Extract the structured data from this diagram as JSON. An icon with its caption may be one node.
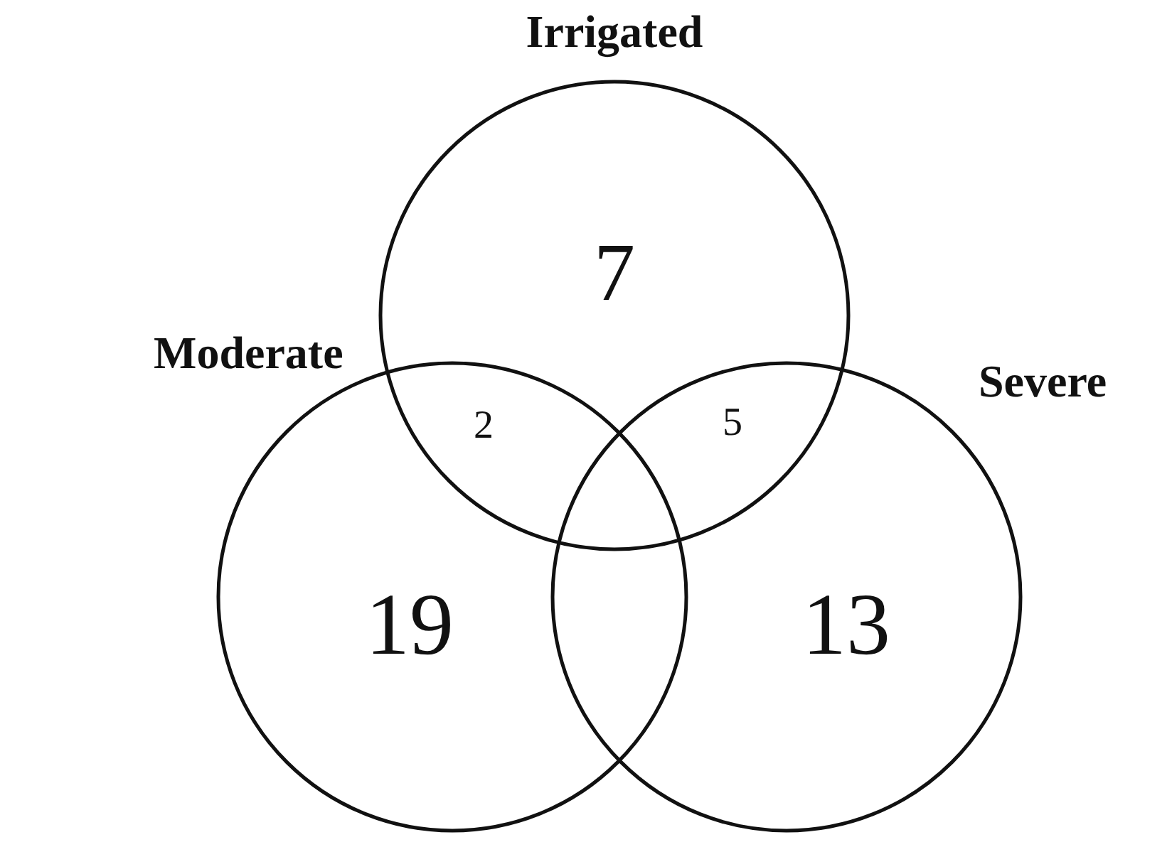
{
  "diagram": {
    "nodes": [
      {
        "text": [
          "Irrigated",
          "7"
        ]
      },
      {
        "text": [
          "Moderate",
          "19"
        ]
      },
      {
        "text": [
          "Severe",
          "13"
        ]
      }
    ],
    "labels": [
      "2",
      "5"
    ]
  }
}
